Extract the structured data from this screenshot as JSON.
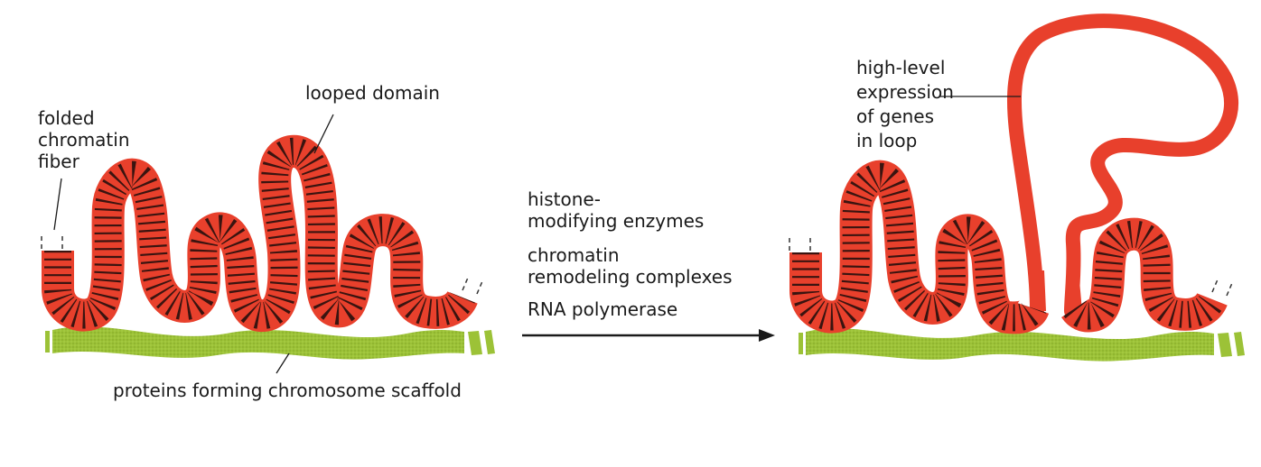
{
  "labels": {
    "folded_chromatin_fiber": [
      "folded",
      "chromatin",
      "fiber"
    ],
    "looped_domain": "looped domain",
    "scaffold": "proteins forming chromosome scaffold",
    "high_level_expression": [
      "high-level",
      "expression",
      "of genes",
      "in loop"
    ]
  },
  "arrow_labels": {
    "histone": [
      "histone-",
      "modifying enzymes"
    ],
    "remodeling": [
      "chromatin",
      "remodeling complexes"
    ],
    "polymerase": "RNA polymerase"
  },
  "colors": {
    "chromatin": "#e8402c",
    "chromatin_band": "#3a1410",
    "scaffold": "#9cc237",
    "scaffold_dots": "#7ea126",
    "text": "#1a1a1a"
  }
}
